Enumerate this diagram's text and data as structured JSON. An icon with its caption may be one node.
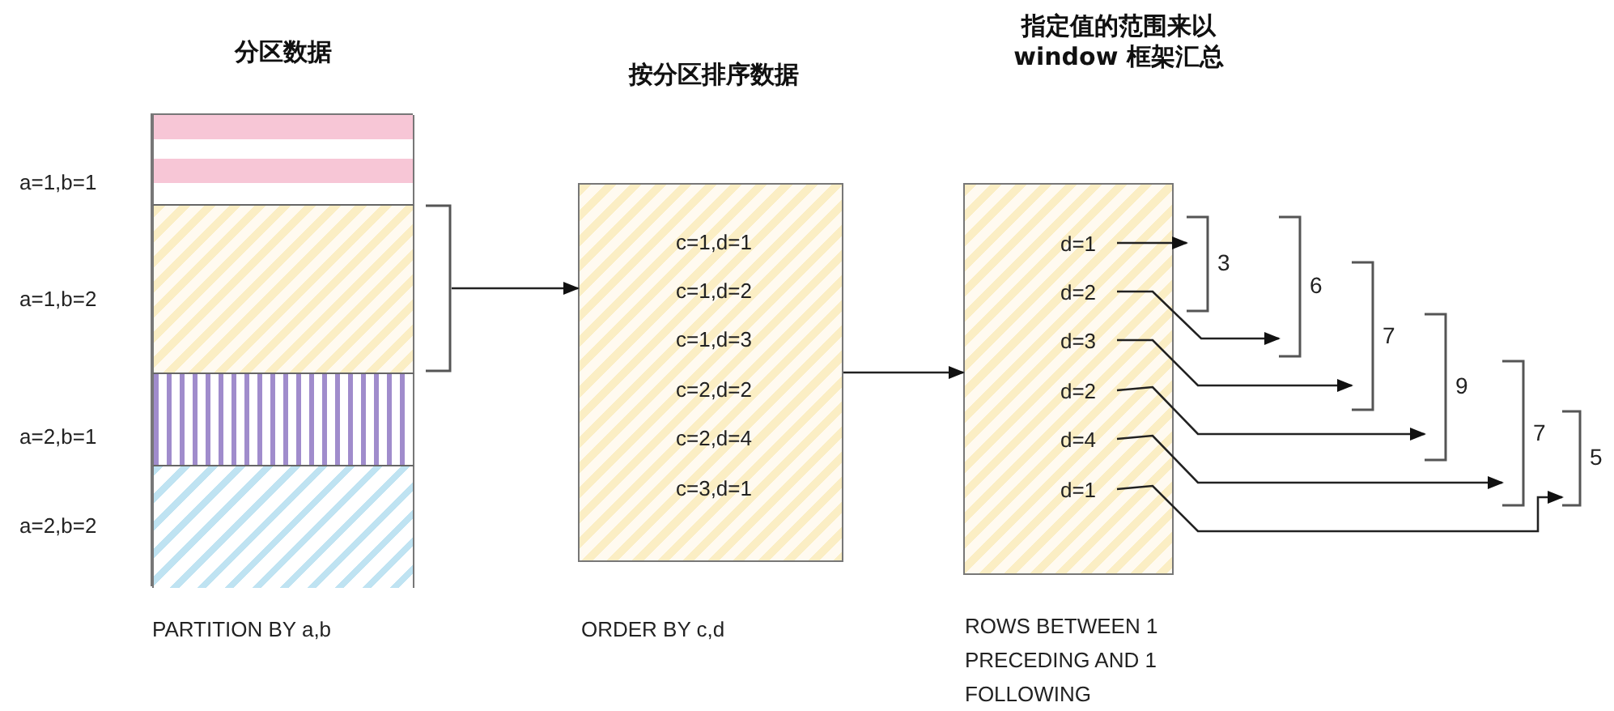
{
  "diagram": {
    "nodes": [
      {
        "text": [
          "分区数据"
        ],
        "beside": [
          "PARTITION BY a,b"
        ]
      },
      {
        "text": [],
        "shape": "box",
        "in": 0,
        "beside": [
          "a=1,b=1"
        ]
      },
      {
        "text": [],
        "shape": "box",
        "in": 0,
        "beside": [
          "a=1,b=2"
        ]
      },
      {
        "text": [],
        "shape": "box",
        "in": 0,
        "beside": [
          "a=2,b=1"
        ]
      },
      {
        "text": [],
        "shape": "box",
        "in": 0,
        "beside": [
          "a=2,b=2"
        ]
      },
      {
        "text": [],
        "shape": "bracket"
      },
      {
        "text": [
          "按分区排序数据"
        ],
        "beside": [
          "ORDER BY c,d"
        ]
      },
      {
        "text": [
          "c=1,d=1"
        ],
        "in": 6
      },
      {
        "text": [
          "c=1,d=2"
        ],
        "in": 6
      },
      {
        "text": [
          "c=1,d=3"
        ],
        "in": 6
      },
      {
        "text": [
          "c=2,d=2"
        ],
        "in": 6
      },
      {
        "text": [
          "c=2,d=4"
        ],
        "in": 6
      },
      {
        "text": [
          "c=3,d=1"
        ],
        "in": 6
      },
      {
        "text": [
          "指定值的范围来以 window 框架汇总"
        ],
        "beside": [
          "ROWS BETWEEN 1 PRECEDING AND 1 FOLLOWING"
        ]
      },
      {
        "text": [
          "d=1"
        ],
        "in": 13
      },
      {
        "text": [
          "d=2"
        ],
        "in": 13
      },
      {
        "text": [
          "d=3"
        ],
        "in": 13
      },
      {
        "text": [
          "d=2"
        ],
        "in": 13
      },
      {
        "text": [
          "d=4"
        ],
        "in": 13
      },
      {
        "text": [
          "d=1"
        ],
        "in": 13
      },
      {
        "text": [
          "3"
        ]
      },
      {
        "text": [
          "6"
        ]
      },
      {
        "text": [
          "7"
        ]
      },
      {
        "text": [
          "9"
        ]
      },
      {
        "text": [
          "7"
        ]
      },
      {
        "text": [
          "5"
        ]
      }
    ],
    "edges": [
      {
        "from": 5,
        "to": 6,
        "arrow": "to"
      },
      {
        "from": 6,
        "to": 13,
        "arrow": "to"
      },
      {
        "from": 14,
        "to": 20,
        "arrow": "to"
      },
      {
        "from": 15,
        "to": 21,
        "arrow": "to"
      },
      {
        "from": 16,
        "to": 22,
        "arrow": "to"
      },
      {
        "from": 17,
        "to": 23,
        "arrow": "to"
      },
      {
        "from": 18,
        "to": 24,
        "arrow": "to"
      },
      {
        "from": 19,
        "to": 25,
        "arrow": "to"
      }
    ]
  }
}
